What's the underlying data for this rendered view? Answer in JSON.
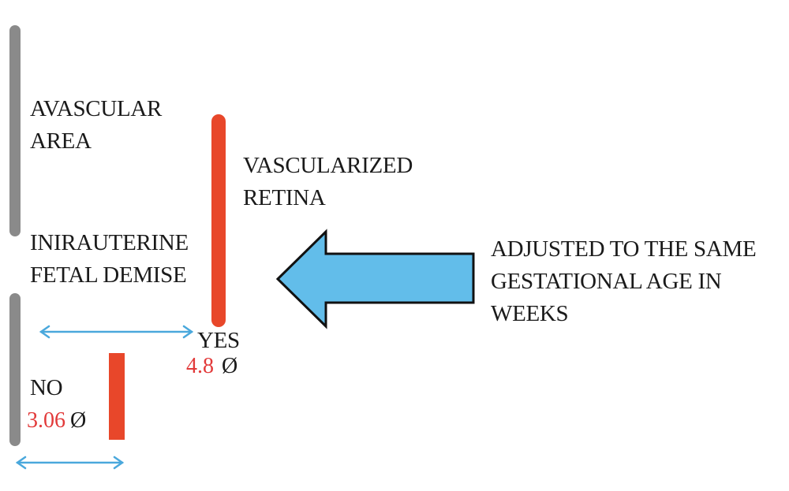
{
  "labels": {
    "avascular_area": [
      "AVASCULAR",
      "AREA"
    ],
    "vascularized_retina": [
      "VASCULARIZED",
      "RETINA"
    ],
    "intrauterine_fetal_demise": [
      "INIRAUTERINE",
      "FETAL DEMISE"
    ],
    "adjusted_note": [
      "ADJUSTED TO THE SAME",
      "GESTATIONAL AGE IN",
      "WEEKS"
    ],
    "yes": "YES",
    "no": "NO"
  },
  "values": {
    "yes_value": "4.8",
    "no_value": "3.06",
    "diameter_symbol": "Ø"
  },
  "colors": {
    "avascular_bar": "#8a8a8a",
    "vascular_bar": "#e8472a",
    "arrow_fill": "#62bdea",
    "measure_arrow": "#4aa8dc",
    "value_text": "#e23a3a"
  },
  "icons": {
    "big_arrow": "left-arrow-icon",
    "measure": "double-headed-arrow-icon"
  }
}
